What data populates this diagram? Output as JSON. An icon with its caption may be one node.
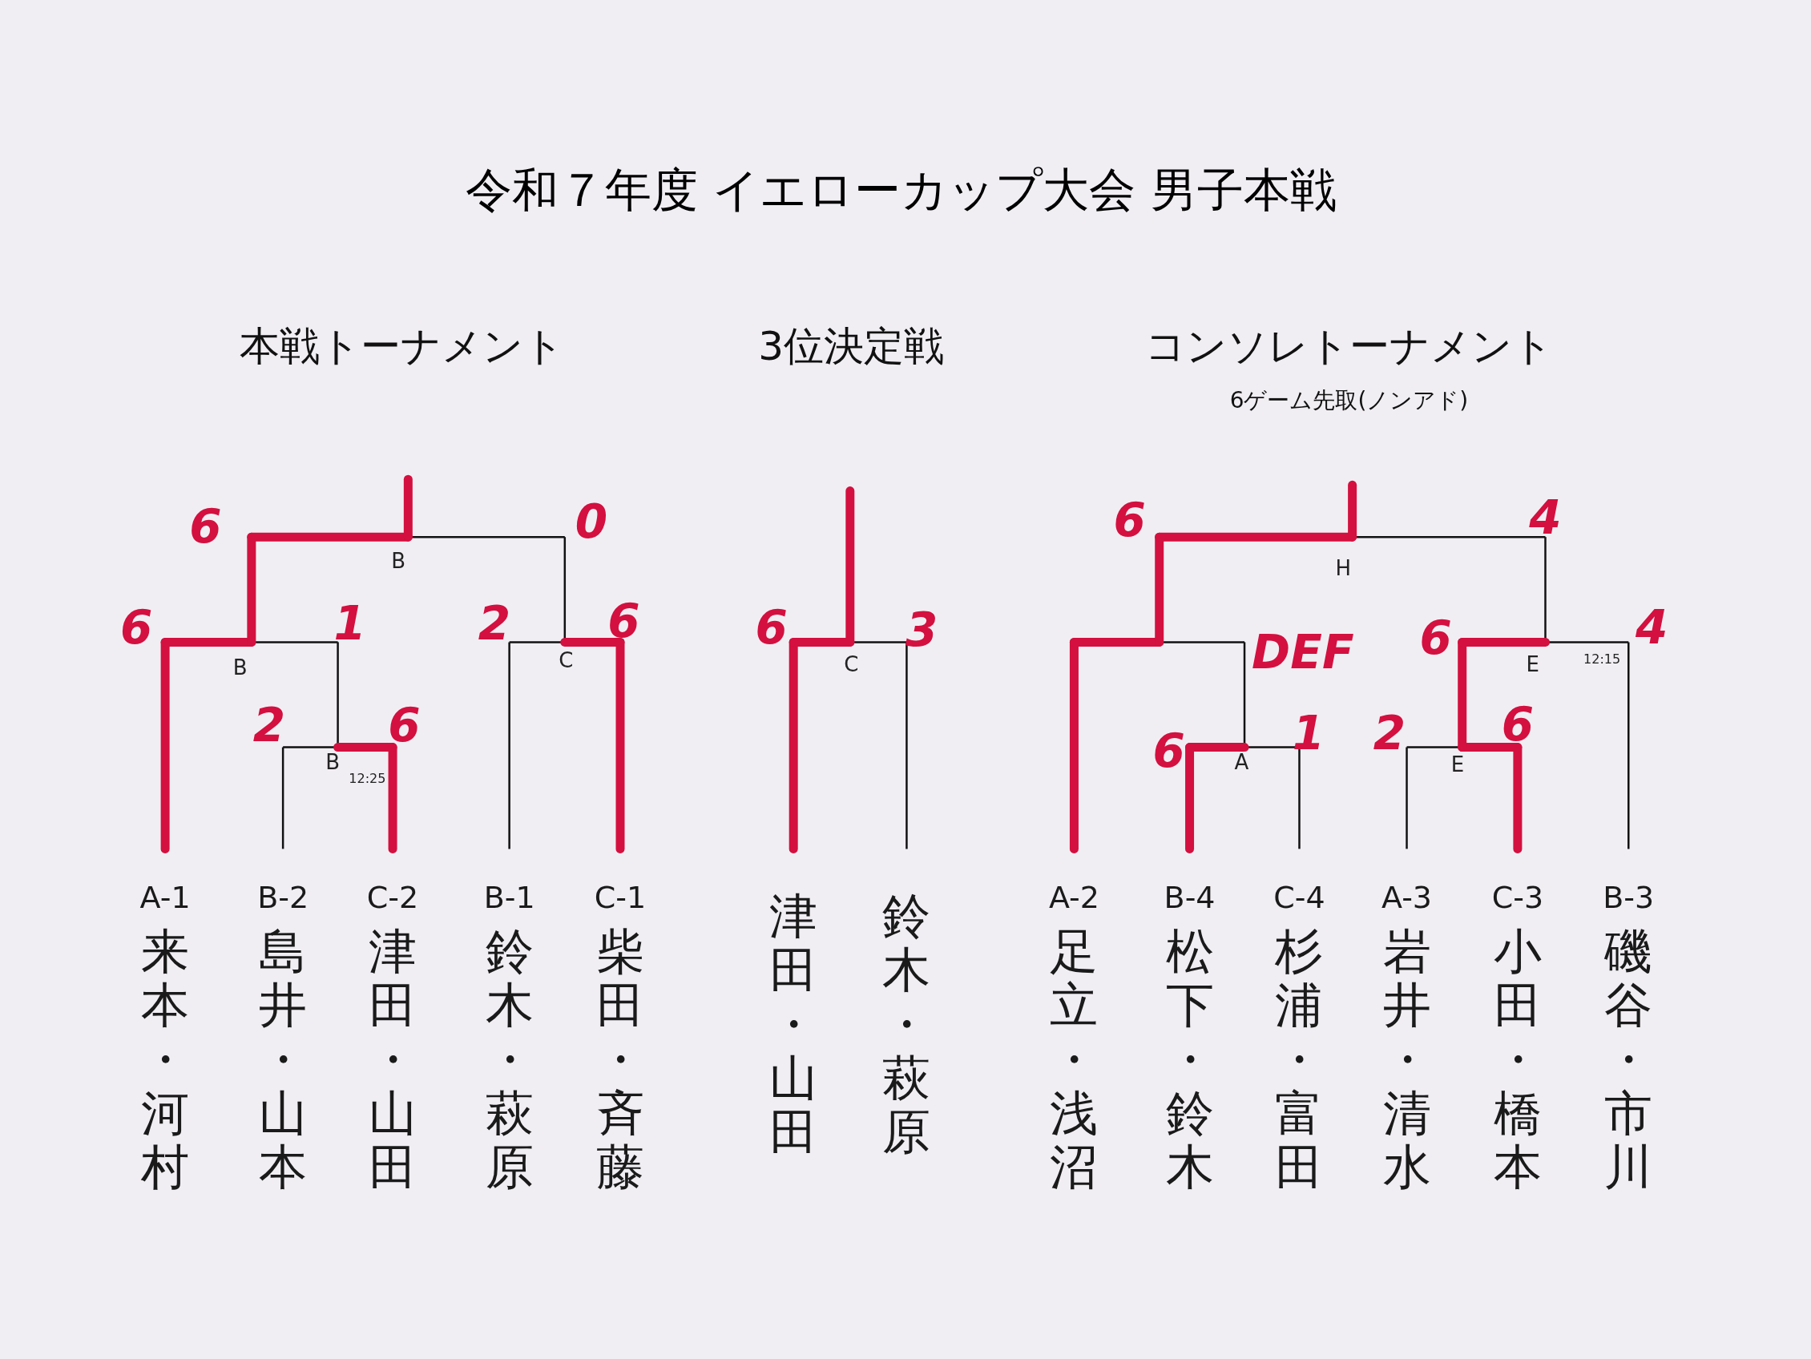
{
  "diagram": {
    "title": "令和７年度 イエローカップ大会 男子本戦",
    "nodes": [
      {
        "text": [
          "A-1",
          "来本・河村"
        ]
      },
      {
        "text": [
          "B-2",
          "島井・山本"
        ]
      },
      {
        "text": [
          "C-2",
          "津田・山田"
        ]
      },
      {
        "text": [
          "B-1",
          "鈴木・萩原"
        ]
      },
      {
        "text": [
          "C-1",
          "柴田・斉藤"
        ]
      },
      {
        "text": [
          "津田・山田"
        ]
      },
      {
        "text": [
          "鈴木・萩原"
        ]
      },
      {
        "text": [
          "A-2",
          "足立・浅沼"
        ]
      },
      {
        "text": [
          "B-4",
          "松下・鈴木"
        ]
      },
      {
        "text": [
          "C-4",
          "杉浦・富田"
        ]
      },
      {
        "text": [
          "A-3",
          "岩井・清水"
        ]
      },
      {
        "text": [
          "C-3",
          "小田・橋本"
        ]
      },
      {
        "text": [
          "B-3",
          "磯谷・市川"
        ]
      }
    ],
    "labels": [
      "本戦トーナメント",
      "3位決定戦",
      "コンソレトーナメント",
      "6ゲーム先取(ノンアド)",
      "6",
      "0",
      "6",
      "4",
      "B",
      "H",
      "6",
      "1",
      "2",
      "6",
      "6",
      "3",
      "6",
      "4",
      "DEF",
      "B",
      "C",
      "C",
      "E",
      "12:15",
      "2",
      "6",
      "1",
      "2",
      "6",
      "6",
      "B",
      "A",
      "E",
      "12:25"
    ]
  }
}
